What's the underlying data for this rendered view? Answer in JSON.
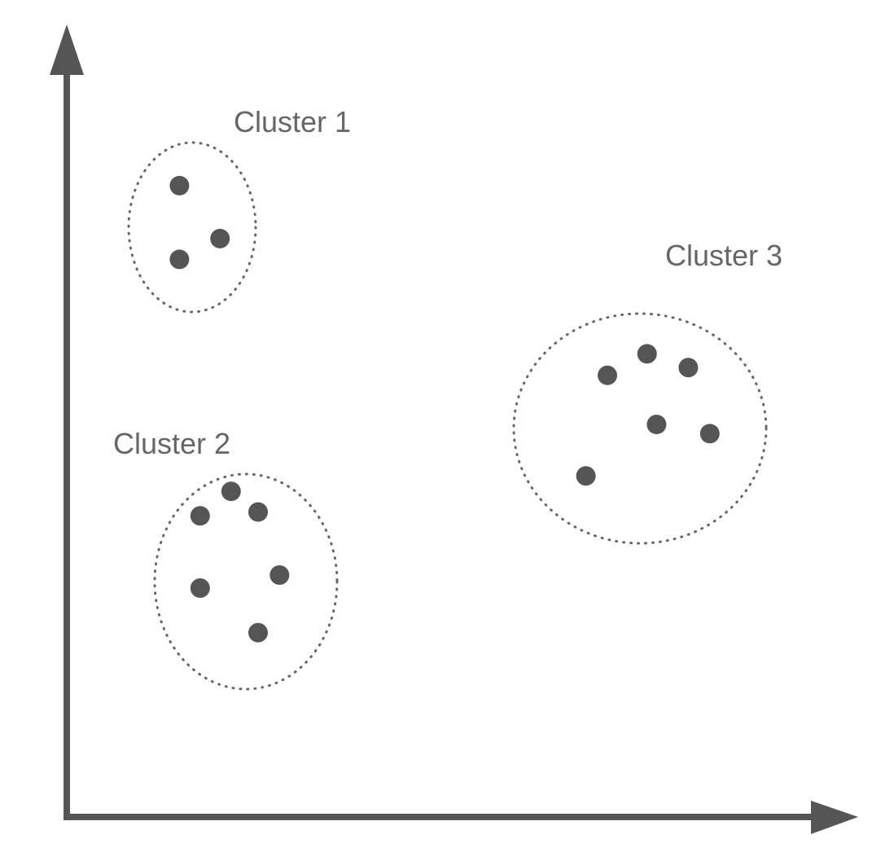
{
  "chart_data": {
    "type": "scatter",
    "title": "",
    "xlabel": "",
    "ylabel": "",
    "clusters": [
      {
        "name": "Cluster 1",
        "points": [
          {
            "x": 1.42,
            "y": 8.22
          },
          {
            "x": 1.93,
            "y": 7.53
          },
          {
            "x": 1.42,
            "y": 7.26
          }
        ]
      },
      {
        "name": "Cluster 2",
        "points": [
          {
            "x": 2.07,
            "y": 4.24
          },
          {
            "x": 1.68,
            "y": 3.92
          },
          {
            "x": 2.41,
            "y": 3.97
          },
          {
            "x": 2.68,
            "y": 3.15
          },
          {
            "x": 1.68,
            "y": 2.98
          },
          {
            "x": 2.41,
            "y": 2.4
          }
        ]
      },
      {
        "name": "Cluster 3",
        "points": [
          {
            "x": 7.31,
            "y": 6.03
          },
          {
            "x": 6.81,
            "y": 5.75
          },
          {
            "x": 7.83,
            "y": 5.85
          },
          {
            "x": 7.43,
            "y": 5.11
          },
          {
            "x": 8.1,
            "y": 4.99
          },
          {
            "x": 6.54,
            "y": 4.44
          }
        ]
      }
    ]
  },
  "colors": {
    "axis": "#555555",
    "point": "#555555",
    "label": "#666666",
    "boundary": "#666666"
  }
}
